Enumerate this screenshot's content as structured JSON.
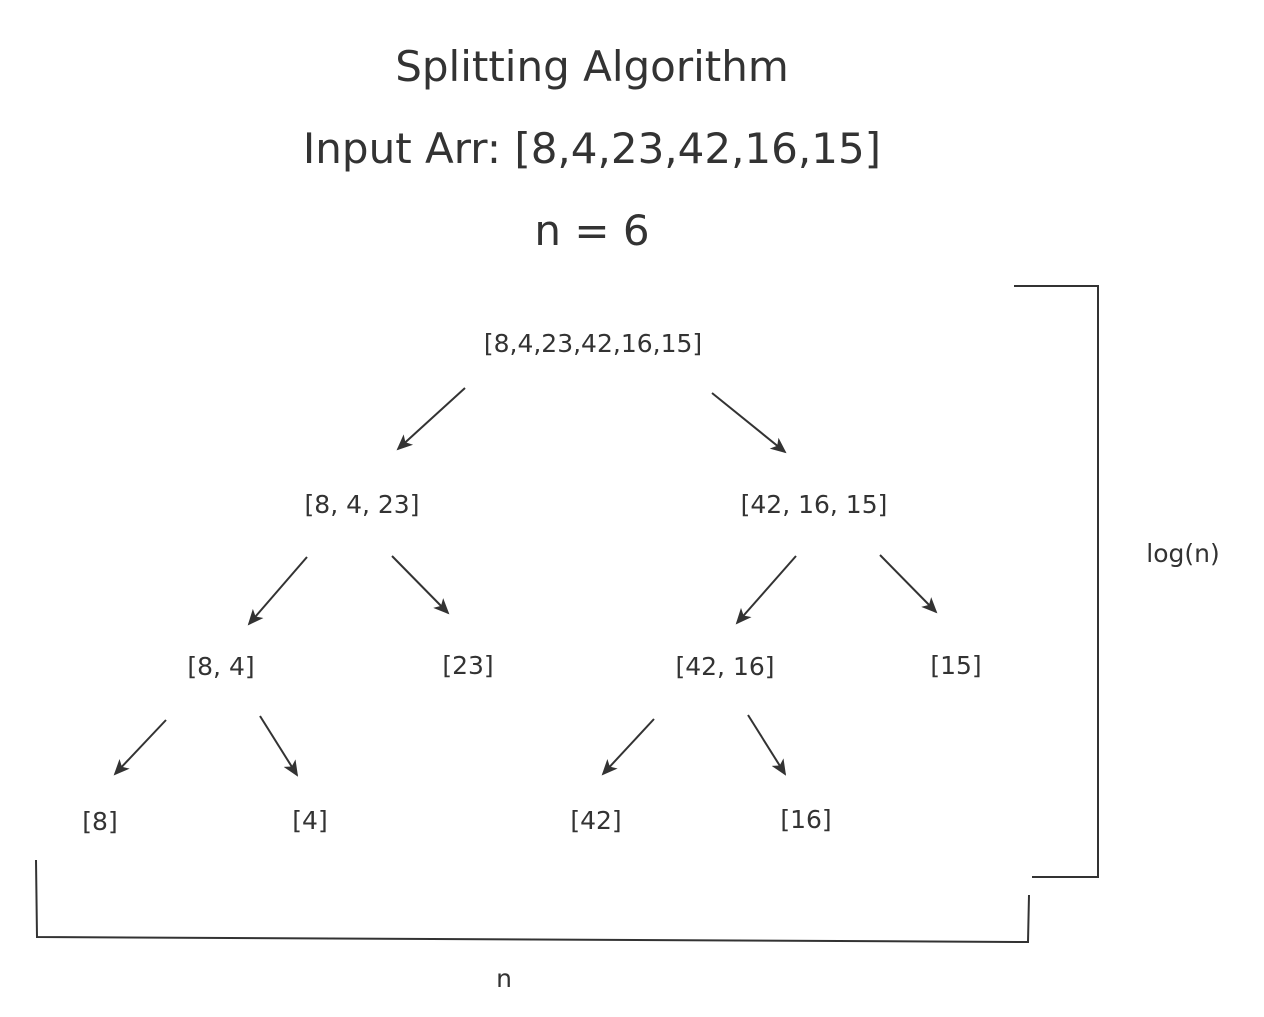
{
  "title": "Splitting Algorithm",
  "input_line": "Input Arr: [8,4,23,42,16,15]",
  "n_line": "n = 6",
  "tree": {
    "root": "[8,4,23,42,16,15]",
    "left": "[8, 4, 23]",
    "right": "[42, 16, 15]",
    "left_left": "[8, 4]",
    "left_right": "[23]",
    "right_left": "[42, 16]",
    "right_right": "[15]",
    "leaf_8": "[8]",
    "leaf_4": "[4]",
    "leaf_42": "[42]",
    "leaf_16": "[16]"
  },
  "dimensions": {
    "height_label": "log(n)",
    "width_label": "n"
  },
  "colors": {
    "ink": "#333333",
    "background": "#ffffff"
  }
}
